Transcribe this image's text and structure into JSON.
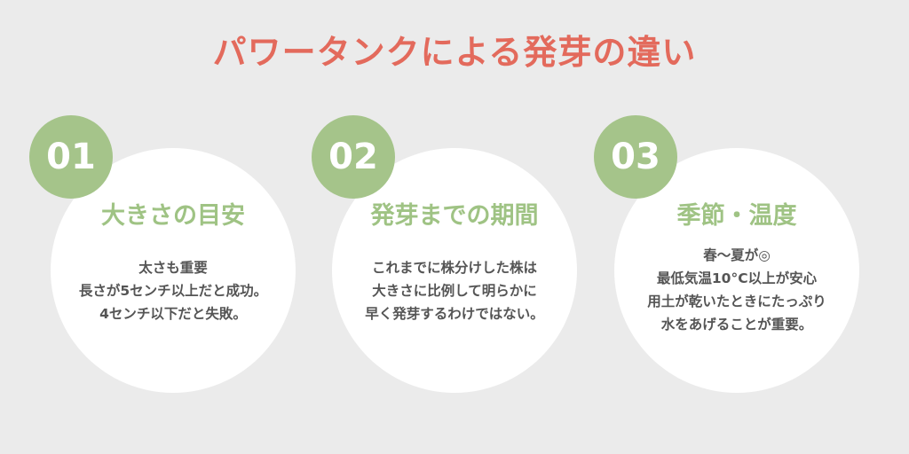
{
  "title": "パワータンクによる発芽の違い",
  "cards": [
    {
      "number": "01",
      "heading": "大きさの目安",
      "lines": [
        "太さも重要",
        "長さが5センチ以上だと成功。",
        "4センチ以下だと失敗。"
      ]
    },
    {
      "number": "02",
      "heading": "発芽までの期間",
      "lines": [
        "これまでに株分けした株は",
        "大きさに比例して明らかに",
        "早く発芽するわけではない。"
      ]
    },
    {
      "number": "03",
      "heading": "季節・温度",
      "lines": [
        "春〜夏が◎",
        "最低気温10°C以上が安心",
        "用土が乾いたときにたっぷり",
        "水をあげることが重要。"
      ]
    }
  ]
}
